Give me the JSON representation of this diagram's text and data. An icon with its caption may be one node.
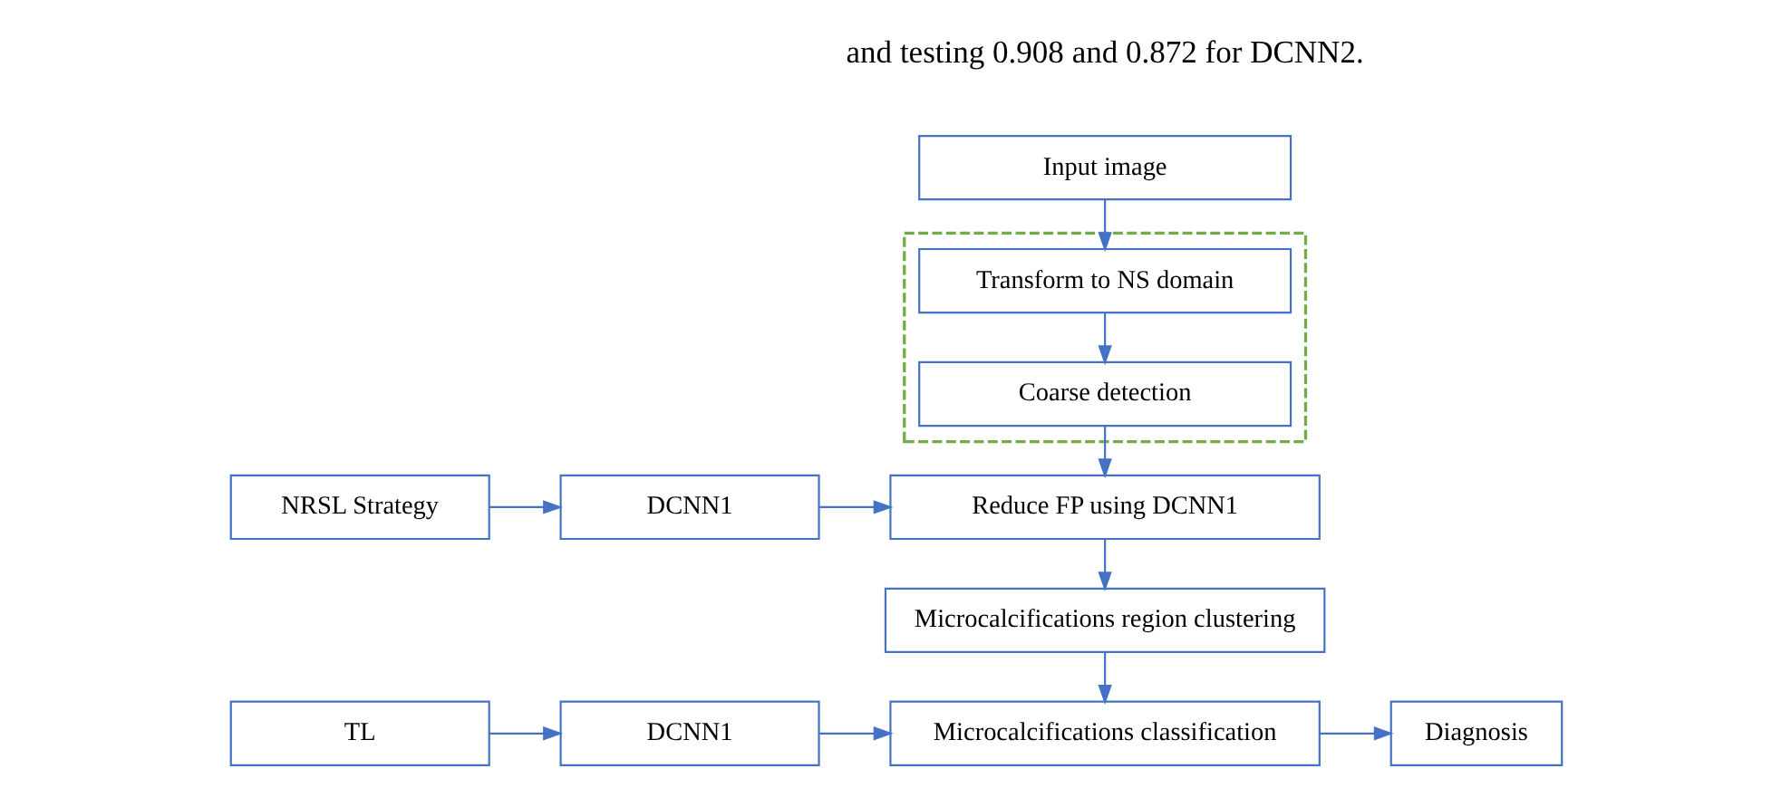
{
  "diagram": {
    "nodes": [
      {
        "text": [
          "Input image"
        ]
      },
      {
        "text": [],
        "shape": "box"
      },
      {
        "text": [
          "Transform to NS domain"
        ],
        "in": 1
      },
      {
        "text": [
          "Coarse detection"
        ],
        "in": 1
      },
      {
        "text": [
          "NRSL Strategy"
        ]
      },
      {
        "text": [
          "DCNN1"
        ]
      },
      {
        "text": [
          "Reduce FP using DCNN1"
        ]
      },
      {
        "text": [
          "Microcalcifications region clustering"
        ]
      },
      {
        "text": [
          "TL"
        ]
      },
      {
        "text": [
          "DCNN1"
        ]
      },
      {
        "text": [
          "Microcalcifications classification"
        ]
      },
      {
        "text": [
          "Diagnosis"
        ]
      }
    ],
    "edges": [
      {
        "from": 0,
        "to": 2,
        "arrow": "to"
      },
      {
        "from": 2,
        "to": 3,
        "arrow": "to"
      },
      {
        "from": 3,
        "to": 6,
        "arrow": "to"
      },
      {
        "from": 4,
        "to": 5,
        "arrow": "to"
      },
      {
        "from": 5,
        "to": 6,
        "arrow": "to"
      },
      {
        "from": 6,
        "to": 7,
        "arrow": "to"
      },
      {
        "from": 7,
        "to": 10,
        "arrow": "to"
      },
      {
        "from": 8,
        "to": 9,
        "arrow": "to"
      },
      {
        "from": 9,
        "to": 10,
        "arrow": "to"
      },
      {
        "from": 10,
        "to": 11,
        "arrow": "to"
      }
    ],
    "labels": [
      "and testing 0.908 and 0.872 for DCNN2."
    ]
  }
}
